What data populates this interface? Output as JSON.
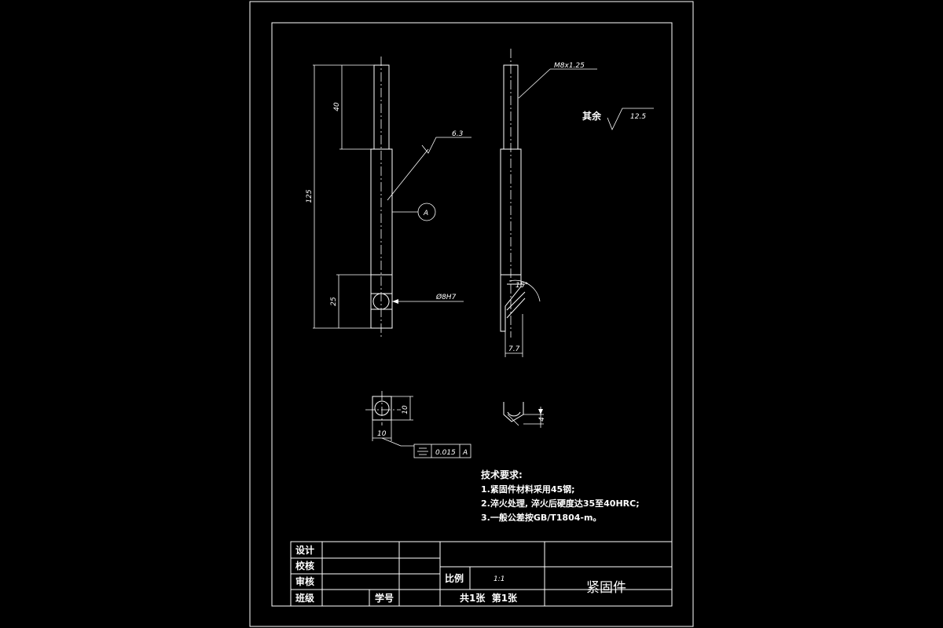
{
  "drawing": {
    "dims": {
      "d40": "40",
      "d125": "125",
      "d25": "25",
      "thread": "M8x1.25",
      "rough63": "6.3",
      "datum": "A",
      "bore": "Ø8H7",
      "angle": "15°",
      "d77": "7.7",
      "d10a": "10",
      "d10b": "10",
      "d4": "4",
      "tol_value": "0.015",
      "tol_datum": "A"
    },
    "roughness_rest": {
      "label": "其余",
      "value": "12.5"
    },
    "tech_req": {
      "title": "技术要求:",
      "items": [
        "1.紧固件材料采用45钢;",
        "2.淬火处理, 淬火后硬度达35至40HRC;",
        "3.一般公差按GB/T1804-m。"
      ]
    }
  },
  "title_block": {
    "design": "设计",
    "check": "校核",
    "review": "审核",
    "class": "班级",
    "student_no": "学号",
    "scale_label": "比例",
    "scale_value": "1:1",
    "sheets": "共1张  第1张",
    "part_name": "紧固件"
  }
}
